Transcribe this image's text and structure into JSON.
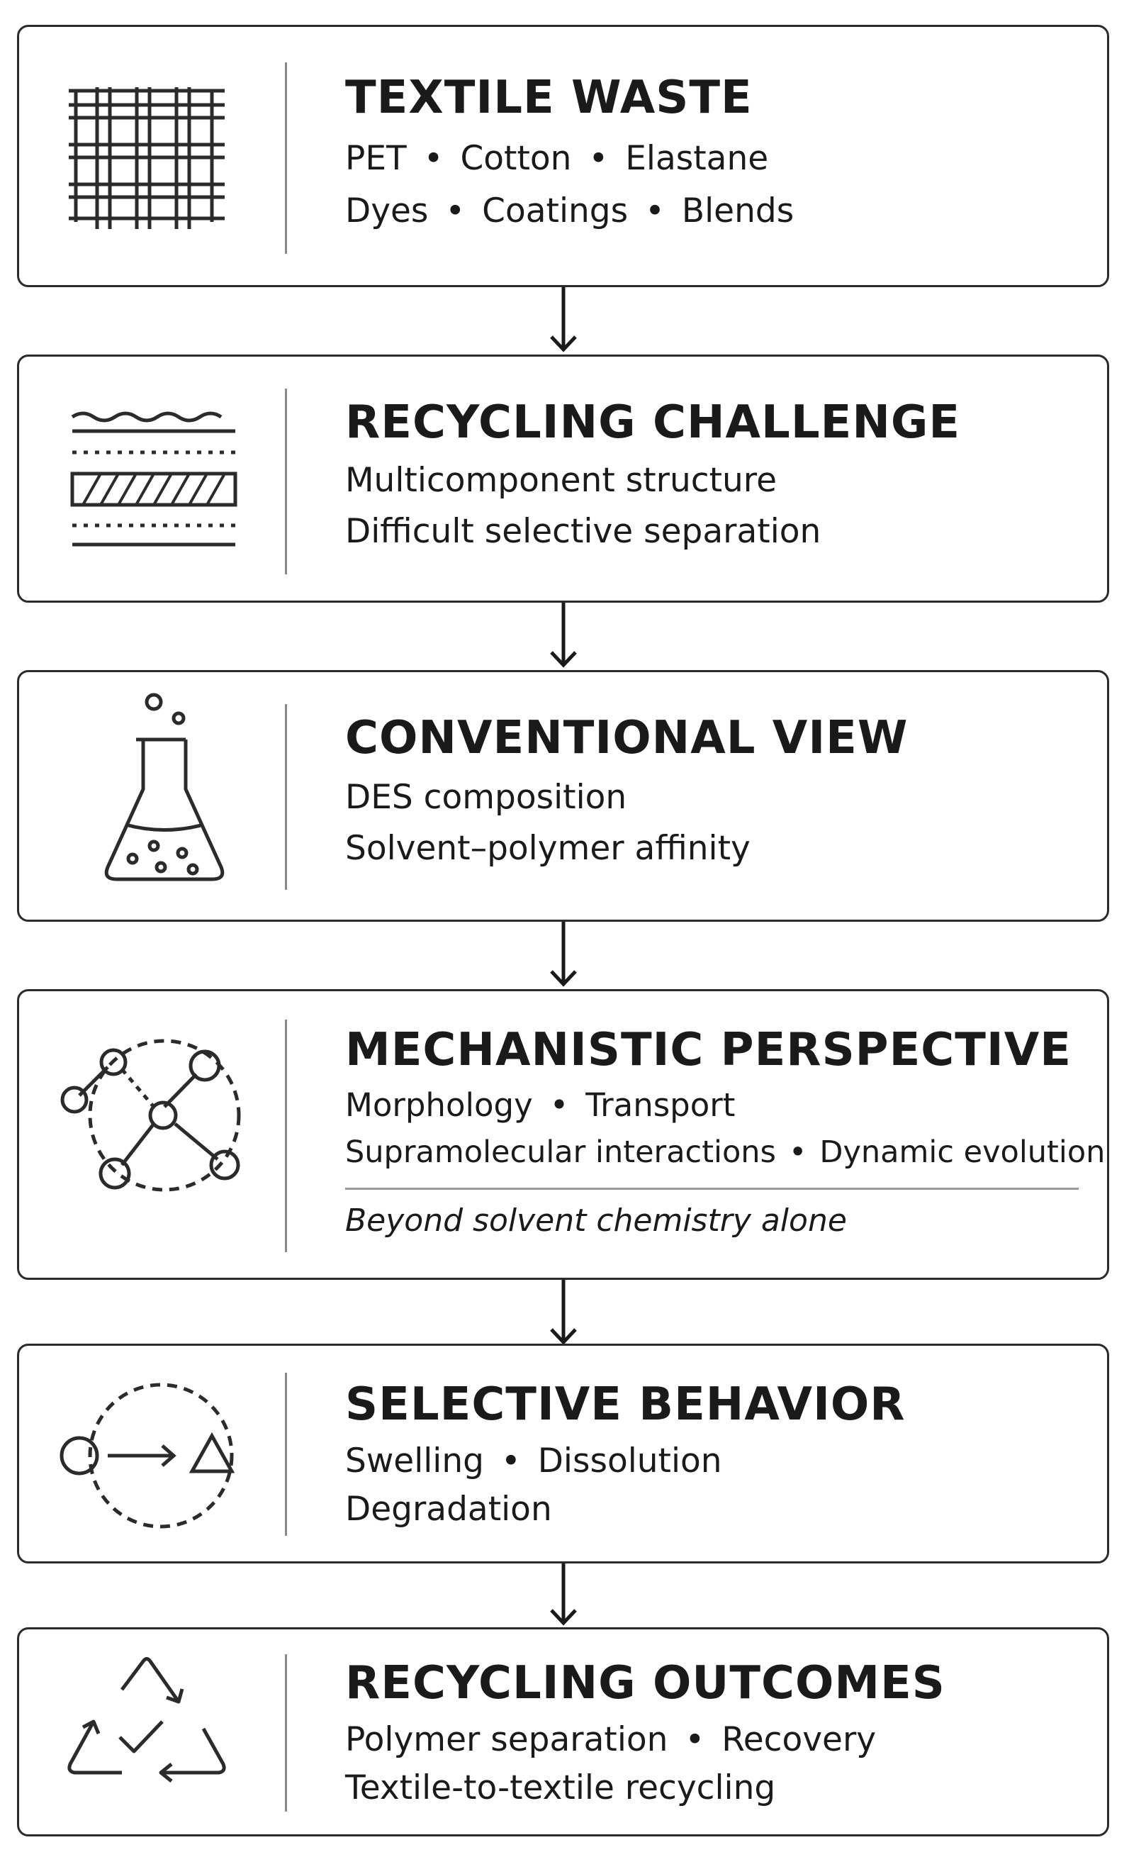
{
  "colors": {
    "stroke": "#2b2b2b",
    "divider": "#8a8a8a",
    "text": "#1a1a1a"
  },
  "boxes": [
    {
      "title": "TEXTILE WASTE",
      "icon": "woven-fabric-icon",
      "line1": {
        "a": "PET",
        "b": "Cotton",
        "c": "Elastane"
      },
      "line2": {
        "a": "Dyes",
        "b": "Coatings",
        "c": "Blends"
      }
    },
    {
      "title": "RECYCLING CHALLENGE",
      "icon": "layered-material-icon",
      "line1": "Multicomponent structure",
      "line2": "Difficult selective separation"
    },
    {
      "title": "CONVENTIONAL VIEW",
      "icon": "flask-icon",
      "line1": "DES composition",
      "line2": "Solvent–polymer affinity"
    },
    {
      "title": "MECHANISTIC PERSPECTIVE",
      "icon": "network-icon",
      "line1": {
        "a": "Morphology",
        "b": "Transport"
      },
      "line2": {
        "a": "Supramolecular interactions",
        "b": "Dynamic evolution"
      },
      "note": "Beyond solvent chemistry alone"
    },
    {
      "title": "SELECTIVE BEHAVIOR",
      "icon": "transformation-icon",
      "line1": {
        "a": "Swelling",
        "b": "Dissolution"
      },
      "line2": "Degradation"
    },
    {
      "title": "RECYCLING OUTCOMES",
      "icon": "recycle-check-icon",
      "line1": {
        "a": "Polymer separation",
        "b": "Recovery"
      },
      "line2": "Textile-to-textile recycling"
    }
  ]
}
